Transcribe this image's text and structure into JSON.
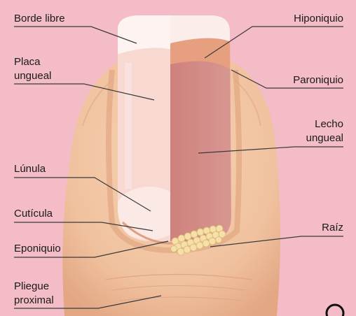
{
  "colors": {
    "background": "#f3bcc6",
    "skin": "#f2c7a4",
    "skin_shadow": "#e6a987",
    "nail_plate": "#f7d9d2",
    "nail_bed": "#d78c86",
    "hyponychium": "#e6a07f",
    "lunula": "#fbe9e5",
    "free_edge": "#fdf4f2",
    "root_cells": "#f6dfa8",
    "leader_line": "#3a3a3a"
  },
  "labels": {
    "borde_libre": "Borde libre",
    "placa_l1": "Placa",
    "placa_l2": "ungueal",
    "lunula": "Lúnula",
    "cuticula": "Cutícula",
    "eponiquio": "Eponiquio",
    "pliegue_l1": "Pliegue",
    "pliegue_l2": "proximal",
    "hiponiquio": "Hiponiquio",
    "paroniquio": "Paroniquio",
    "lecho_l1": "Lecho",
    "lecho_l2": "ungueal",
    "raiz": "Raíz"
  }
}
